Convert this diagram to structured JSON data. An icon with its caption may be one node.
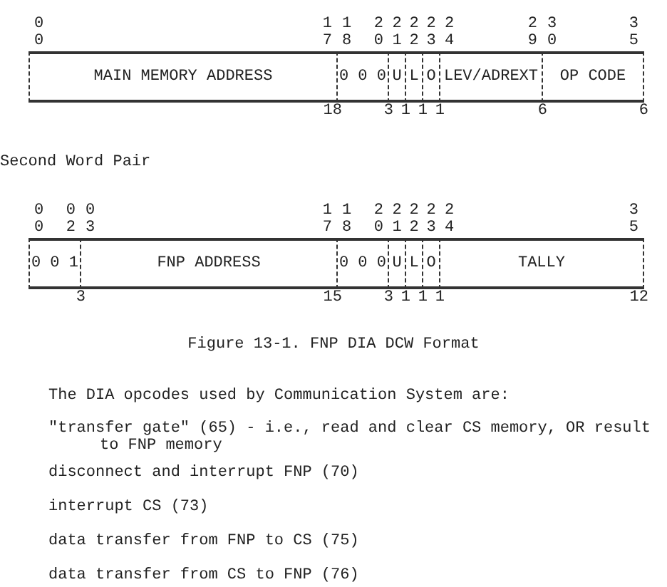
{
  "diagram": {
    "caption": "Figure 13-1. FNP DIA DCW Format",
    "nodes": [
      {
        "text": [
          "MAIN MEMORY ADDRESS"
        ],
        "beside": [
          "00",
          "17",
          "18"
        ]
      },
      {
        "text": [
          "0 0 0"
        ],
        "beside": [
          "18",
          "20",
          "3"
        ]
      },
      {
        "text": [
          "U"
        ],
        "beside": [
          "21",
          "1"
        ]
      },
      {
        "text": [
          "L"
        ],
        "beside": [
          "22",
          "1"
        ]
      },
      {
        "text": [
          "O"
        ],
        "beside": [
          "23",
          "1"
        ]
      },
      {
        "text": [
          "LEV/ADREXT"
        ],
        "beside": [
          "24",
          "29",
          "6"
        ]
      },
      {
        "text": [
          "OP CODE"
        ],
        "beside": [
          "30",
          "35",
          "6"
        ]
      },
      {
        "text": [
          "0 0 1"
        ],
        "beside": [
          "00",
          "02",
          "3"
        ]
      },
      {
        "text": [
          "FNP ADDRESS"
        ],
        "beside": [
          "03",
          "17",
          "15"
        ]
      },
      {
        "text": [
          "0 0 0"
        ],
        "beside": [
          "18",
          "20",
          "3"
        ]
      },
      {
        "text": [
          "U"
        ],
        "beside": [
          "21",
          "1"
        ]
      },
      {
        "text": [
          "L"
        ],
        "beside": [
          "22",
          "1"
        ]
      },
      {
        "text": [
          "O"
        ],
        "beside": [
          "23",
          "1"
        ]
      },
      {
        "text": [
          "TALLY"
        ],
        "beside": [
          "24",
          "35",
          "12"
        ]
      }
    ],
    "labels": [
      "Second Word Pair",
      "The DIA opcodes used by Communication System are:",
      "\"transfer gate\" (65) - i.e., read and clear CS memory, OR result to FNP memory",
      "disconnect and interrupt FNP (70)",
      "interrupt CS (73)",
      "data transfer from FNP to CS (75)",
      "data transfer from CS to FNP (76)"
    ]
  }
}
